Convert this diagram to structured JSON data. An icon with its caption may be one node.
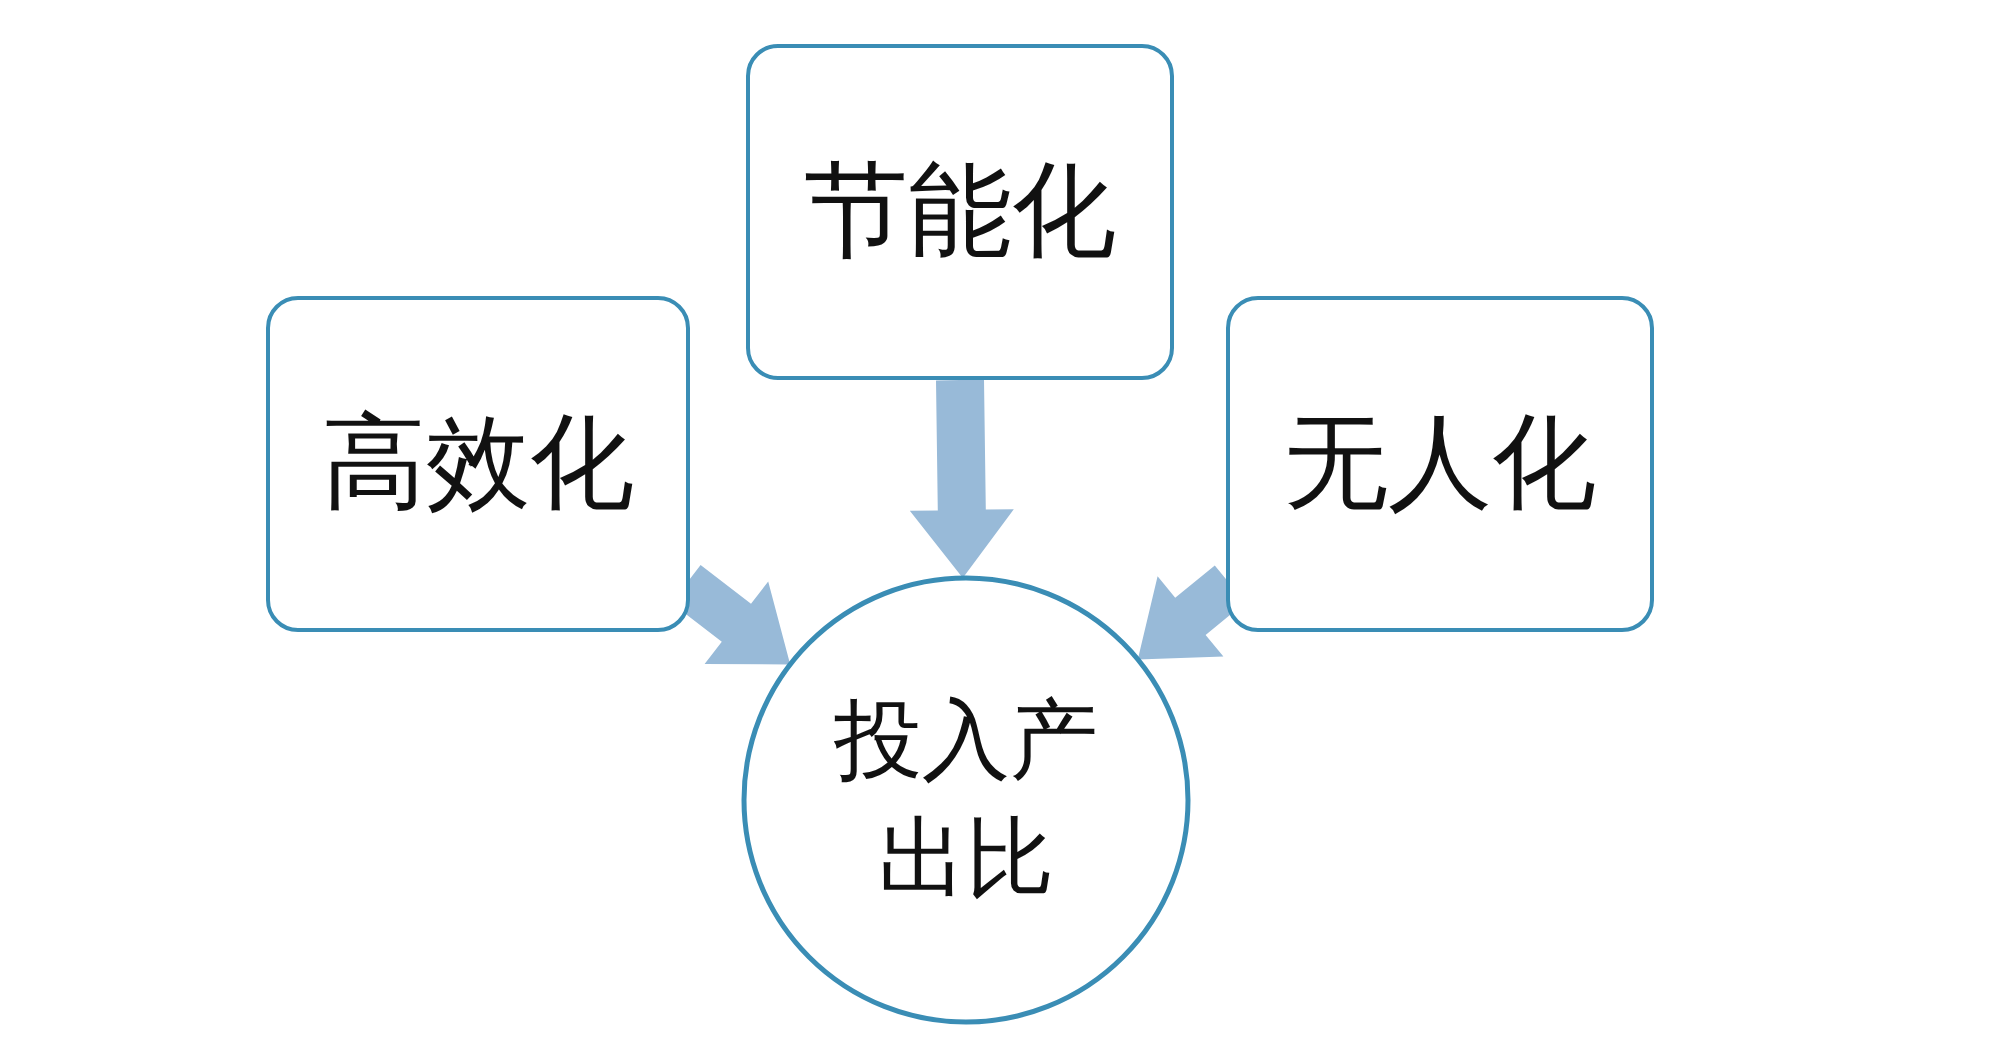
{
  "diagram": {
    "nodes": [
      {
        "text": [
          "节能化"
        ]
      },
      {
        "text": [
          "高效化"
        ]
      },
      {
        "text": [
          "无人化"
        ]
      },
      {
        "text": [
          "投入产出比"
        ]
      }
    ],
    "edges": [
      {
        "from": 1,
        "to": 3,
        "arrow": "to"
      },
      {
        "from": 0,
        "to": 3,
        "arrow": "to"
      },
      {
        "from": 2,
        "to": 3,
        "arrow": "to"
      }
    ]
  }
}
